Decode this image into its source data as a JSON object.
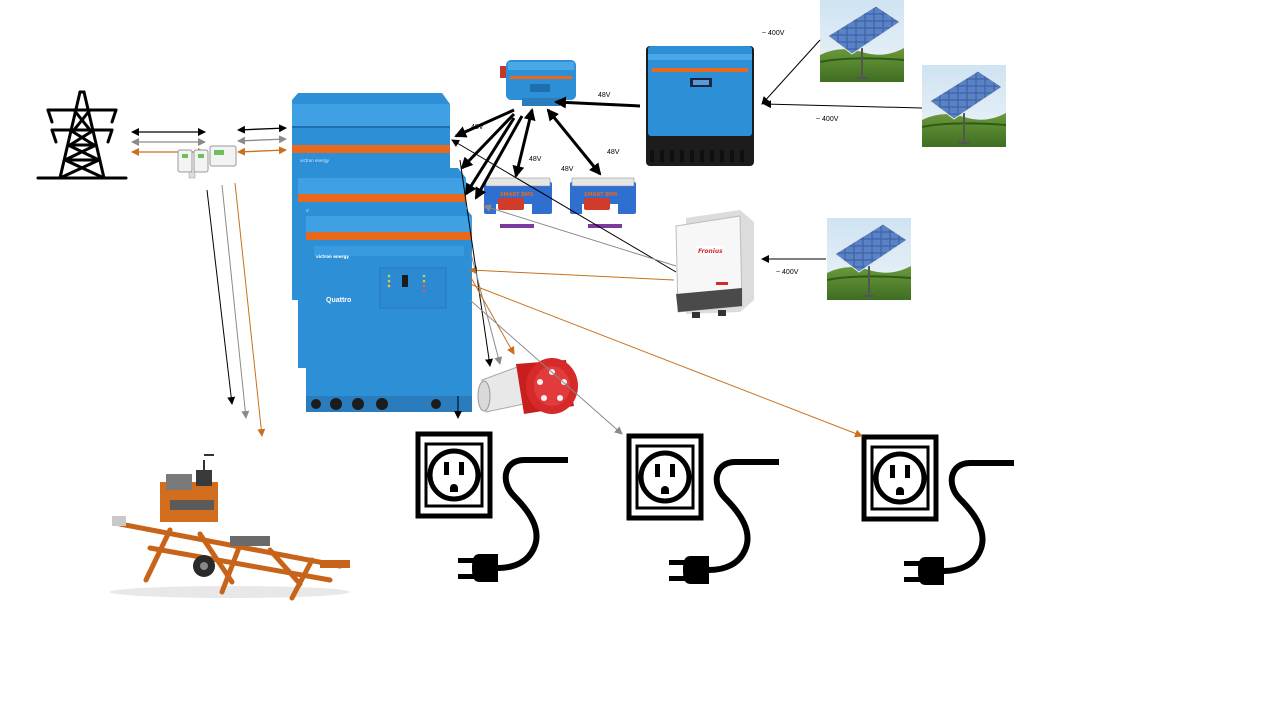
{
  "labels": {
    "dc_48v_a": "48V",
    "dc_48v_b": "48V",
    "dc_48v_c": "48V",
    "dc_48v_d": "48V",
    "dc_48v_e": "48V",
    "ac_400v_a": "~ 400V",
    "ac_400v_b": "~ 400V",
    "ac_400v_c": "~ 400V"
  },
  "inverter": {
    "model": "Quattro",
    "brand": "victron energy"
  },
  "battery": {
    "badge": "SMART BMS"
  },
  "solar_inverter": {
    "brand": "Fronius"
  },
  "colors": {
    "victron_blue": "#2d8fd6",
    "ac_phase": "#c8701c",
    "neutral": "#8a8a8a",
    "wire": "#000000"
  }
}
